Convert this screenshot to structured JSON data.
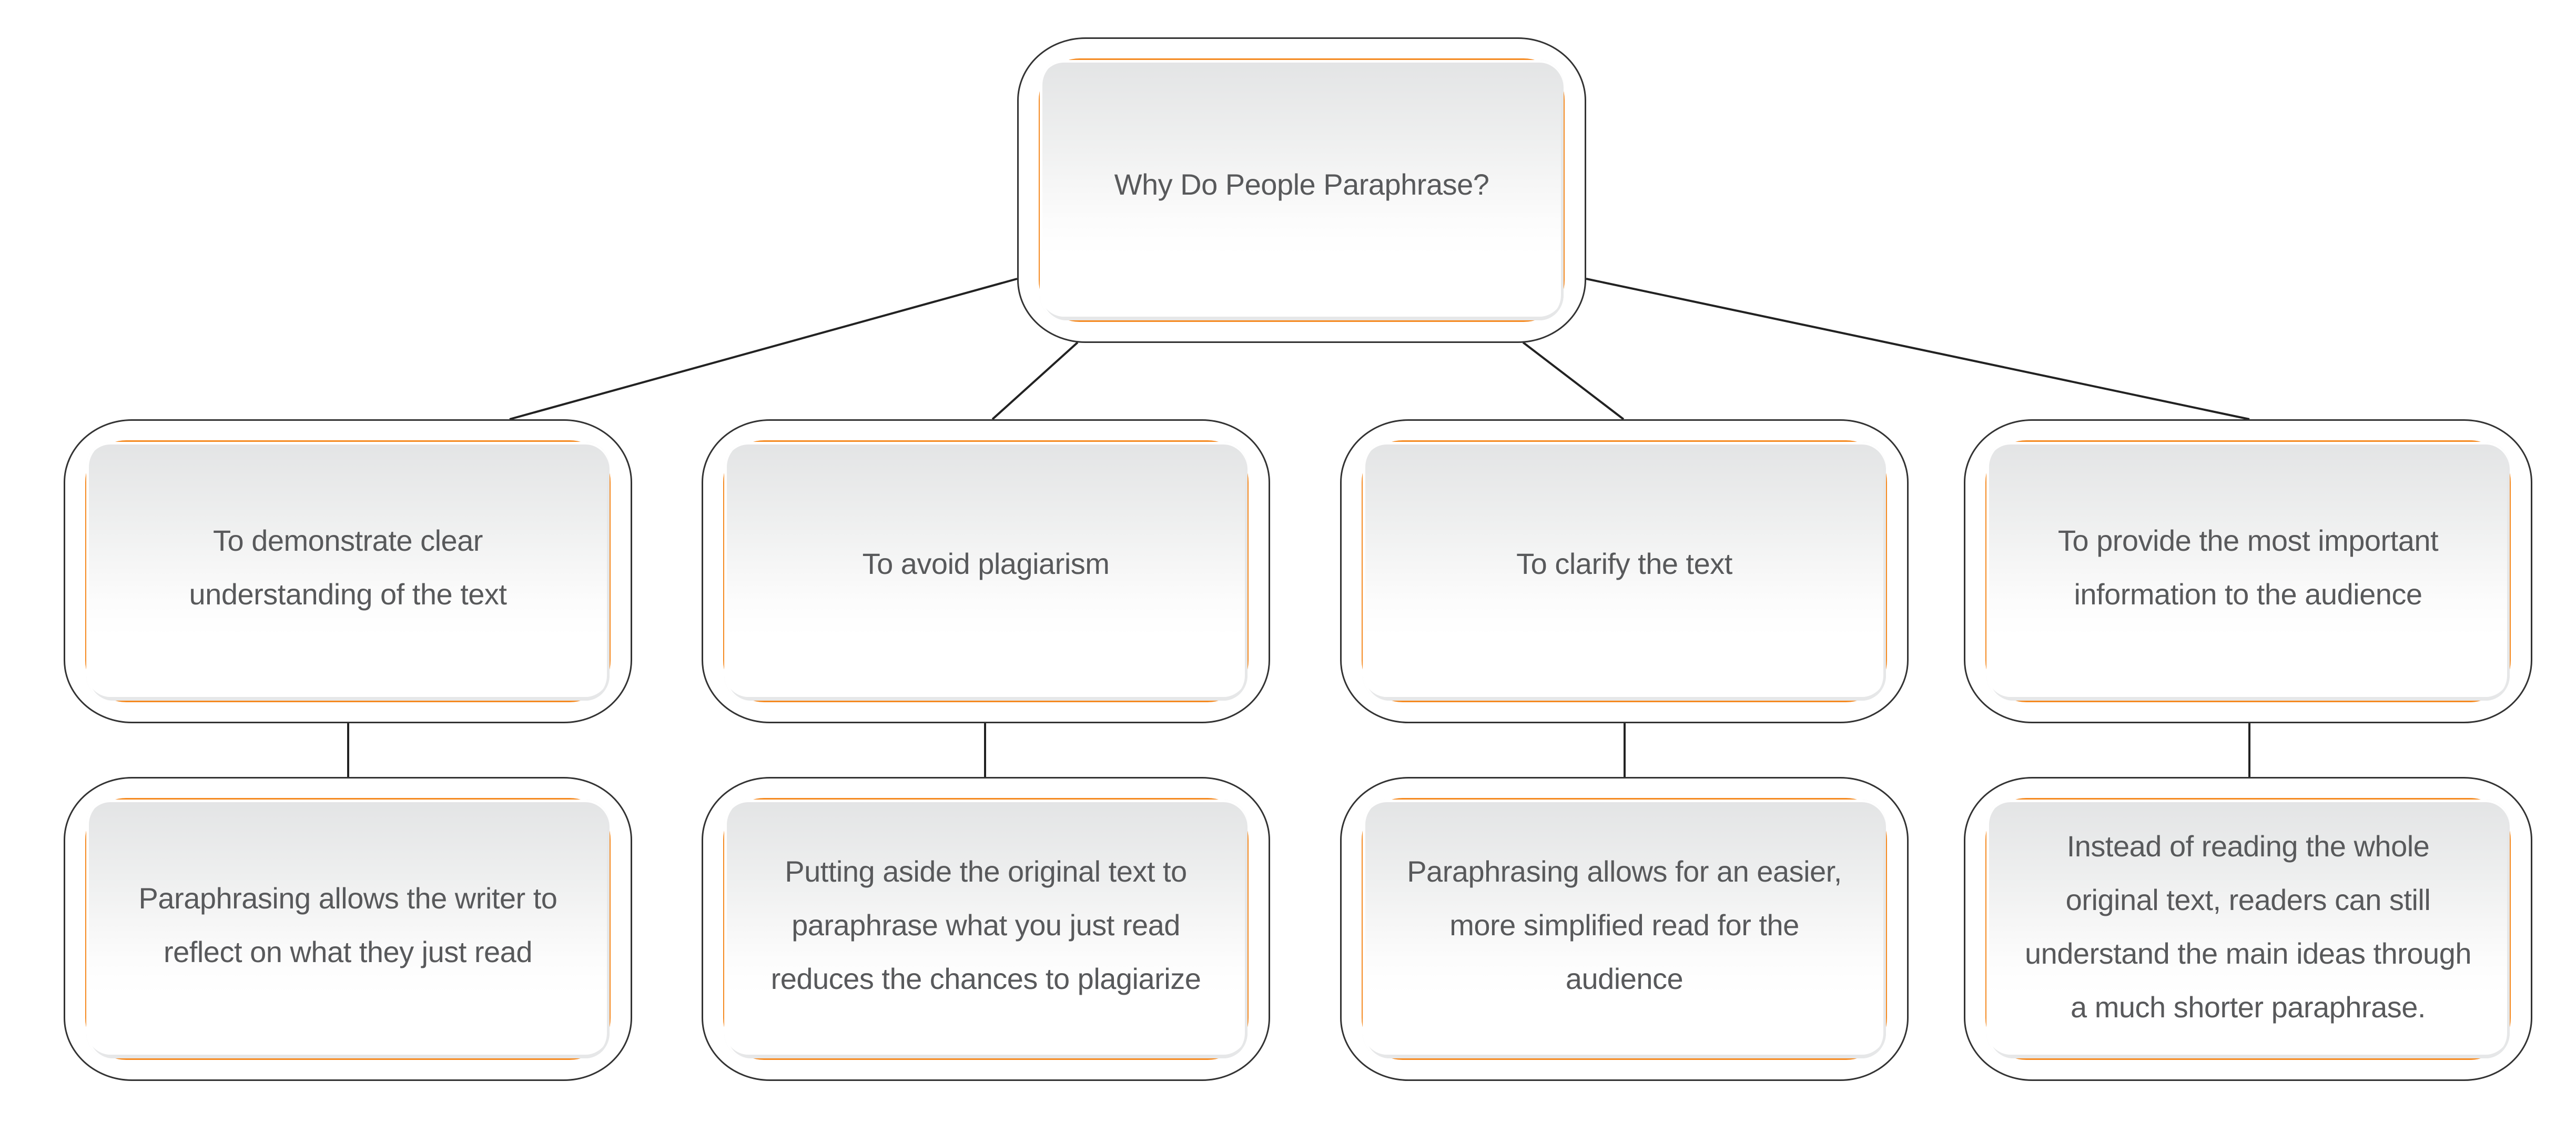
{
  "diagram": {
    "type": "hierarchy-tree",
    "colors": {
      "accent_ring": "#F58A21",
      "outline": "#333333",
      "text": "#58595B",
      "face_top": "#E3E4E5",
      "face_bottom": "#FFFFFF"
    },
    "root": {
      "id": "root",
      "lines": [
        "Why Do People Paraphrase?"
      ]
    },
    "reasons": [
      {
        "id": "reason-1",
        "lines": [
          "To demonstrate clear",
          "understanding of the text"
        ],
        "detail": {
          "id": "detail-1",
          "lines": [
            "Paraphrasing allows the writer to",
            "reflect on what they just read"
          ]
        }
      },
      {
        "id": "reason-2",
        "lines": [
          "To avoid plagiarism"
        ],
        "detail": {
          "id": "detail-2",
          "lines": [
            "Putting aside the original text to",
            "paraphrase what you just read",
            "reduces the chances to plagiarize"
          ]
        }
      },
      {
        "id": "reason-3",
        "lines": [
          "To clarify the text"
        ],
        "detail": {
          "id": "detail-3",
          "lines": [
            "Paraphrasing allows for an easier,",
            "more simplified read for the",
            "audience"
          ]
        }
      },
      {
        "id": "reason-4",
        "lines": [
          "To provide the most important",
          "information to the audience"
        ],
        "detail": {
          "id": "detail-4",
          "lines": [
            "Instead of reading the whole",
            "original text, readers can still",
            "understand the main ideas through",
            "a much shorter paraphrase."
          ]
        }
      }
    ],
    "edges": [
      [
        "root",
        "reason-1"
      ],
      [
        "root",
        "reason-2"
      ],
      [
        "root",
        "reason-3"
      ],
      [
        "root",
        "reason-4"
      ],
      [
        "reason-1",
        "detail-1"
      ],
      [
        "reason-2",
        "detail-2"
      ],
      [
        "reason-3",
        "detail-3"
      ],
      [
        "reason-4",
        "detail-4"
      ]
    ]
  }
}
